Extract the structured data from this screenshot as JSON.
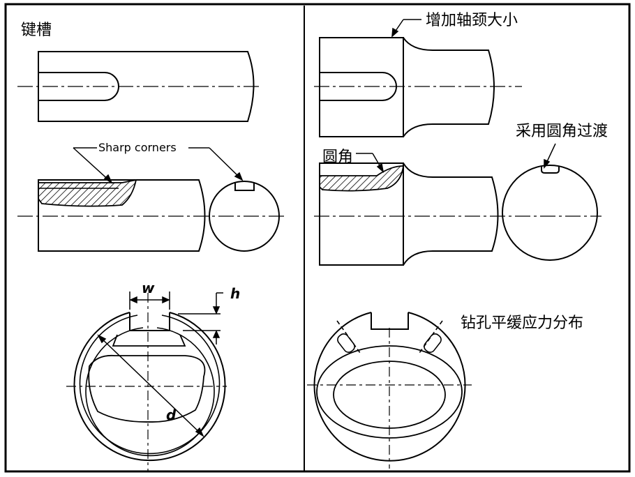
{
  "labels": {
    "keyway": "键槽",
    "increase_journal": "增加轴颈大小",
    "sharp_corners": "Sharp corners",
    "round_transition": "采用圆角过渡",
    "fillet": "圆角",
    "drill_holes": "钻孔平缓应力分布",
    "dim_w": "w",
    "dim_h": "h",
    "dim_d": "d"
  }
}
